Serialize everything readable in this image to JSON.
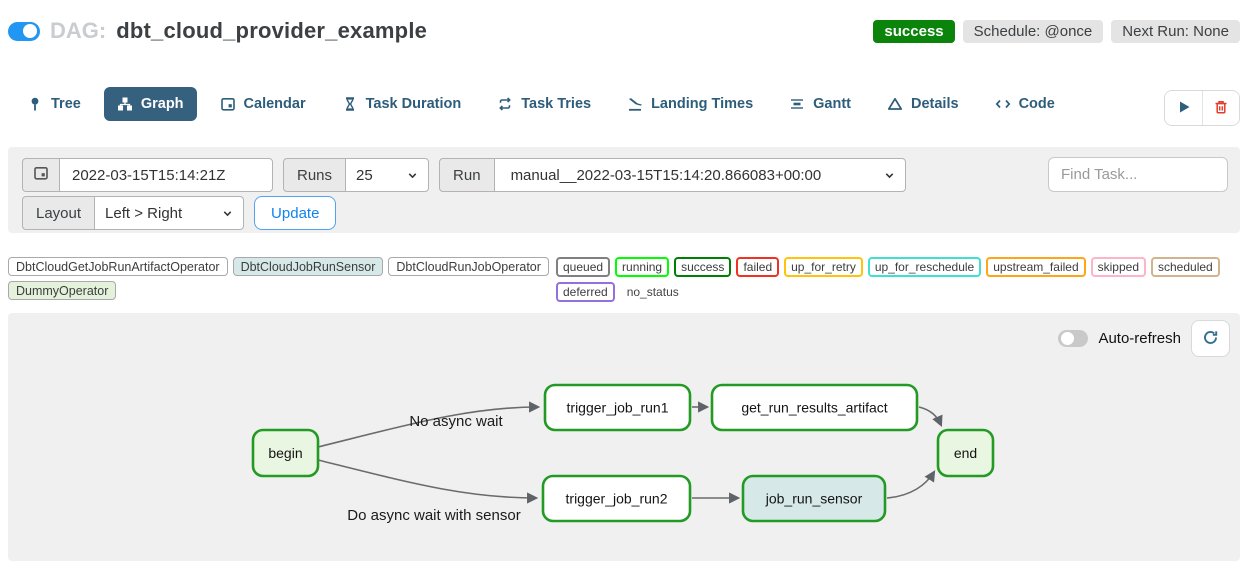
{
  "header": {
    "dag_prefix": "DAG:",
    "dag_title": "dbt_cloud_provider_example",
    "pause_toggle_on": true,
    "status_badge": "success",
    "status_badge_color": "#0b840b",
    "schedule_badge": "Schedule: @once",
    "next_run_badge": "Next Run: None"
  },
  "tabs": [
    {
      "label": "Tree",
      "icon": "tree-icon",
      "active": false
    },
    {
      "label": "Graph",
      "icon": "graph-icon",
      "active": true
    },
    {
      "label": "Calendar",
      "icon": "calendar-icon",
      "active": false
    },
    {
      "label": "Task Duration",
      "icon": "hourglass-icon",
      "active": false
    },
    {
      "label": "Task Tries",
      "icon": "repeat-icon",
      "active": false
    },
    {
      "label": "Landing Times",
      "icon": "plane-landing-icon",
      "active": false
    },
    {
      "label": "Gantt",
      "icon": "gantt-icon",
      "active": false
    },
    {
      "label": "Details",
      "icon": "warning-triangle-icon",
      "active": false
    },
    {
      "label": "Code",
      "icon": "code-icon",
      "active": false
    }
  ],
  "toolbar": {
    "play_icon": "play-icon",
    "delete_icon": "trash-icon"
  },
  "filters": {
    "calendar_icon": "calendar-icon",
    "date_value": "2022-03-15T15:14:21Z",
    "runs_label": "Runs",
    "runs_value": "25",
    "run_label": "Run",
    "run_value": "manual__2022-03-15T15:14:20.866083+00:00",
    "find_task_placeholder": "Find Task...",
    "layout_label": "Layout",
    "layout_value": "Left > Right",
    "update_label": "Update"
  },
  "legend": {
    "operators": [
      {
        "label": "DbtCloudGetJobRunArtifactOperator",
        "color": "#ffffff"
      },
      {
        "label": "DbtCloudJobRunSensor",
        "color": "#d6e8e8"
      },
      {
        "label": "DbtCloudRunJobOperator",
        "color": "#ffffff"
      },
      {
        "label": "DummyOperator",
        "color": "#e4f2dc"
      }
    ],
    "statuses": [
      {
        "label": "queued",
        "color": "#808080"
      },
      {
        "label": "running",
        "color": "#00ff00"
      },
      {
        "label": "success",
        "color": "#008000"
      },
      {
        "label": "failed",
        "color": "#ee3324"
      },
      {
        "label": "up_for_retry",
        "color": "#ffc30a"
      },
      {
        "label": "up_for_reschedule",
        "color": "#40e0d0"
      },
      {
        "label": "upstream_failed",
        "color": "#ffa617"
      },
      {
        "label": "skipped",
        "color": "#ffb3c8"
      },
      {
        "label": "scheduled",
        "color": "#d2b48c"
      },
      {
        "label": "deferred",
        "color": "#9370db"
      },
      {
        "label": "no_status",
        "color": "none"
      }
    ]
  },
  "graph_panel": {
    "auto_refresh_label": "Auto-refresh",
    "auto_refresh_on": false,
    "refresh_icon": "refresh-icon",
    "node_border_color": "#239a23",
    "edge_color": "#6b6b6b",
    "nodes": [
      {
        "id": "begin",
        "label": "begin",
        "fill": "#e9f6e1",
        "state": "success"
      },
      {
        "id": "trigger_job_run1",
        "label": "trigger_job_run1",
        "fill": "#ffffff",
        "state": "success"
      },
      {
        "id": "get_run_results_artifact",
        "label": "get_run_results_artifact",
        "fill": "#ffffff",
        "state": "success"
      },
      {
        "id": "trigger_job_run2",
        "label": "trigger_job_run2",
        "fill": "#ffffff",
        "state": "success"
      },
      {
        "id": "job_run_sensor",
        "label": "job_run_sensor",
        "fill": "#d6e8e8",
        "state": "success"
      },
      {
        "id": "end",
        "label": "end",
        "fill": "#e9f6e1",
        "state": "success"
      }
    ],
    "edges": [
      {
        "from": "begin",
        "to": "trigger_job_run1",
        "label": "No async wait"
      },
      {
        "from": "begin",
        "to": "trigger_job_run2",
        "label": "Do async wait with sensor"
      },
      {
        "from": "trigger_job_run1",
        "to": "get_run_results_artifact",
        "label": ""
      },
      {
        "from": "get_run_results_artifact",
        "to": "end",
        "label": ""
      },
      {
        "from": "trigger_job_run2",
        "to": "job_run_sensor",
        "label": ""
      },
      {
        "from": "job_run_sensor",
        "to": "end",
        "label": ""
      }
    ]
  }
}
